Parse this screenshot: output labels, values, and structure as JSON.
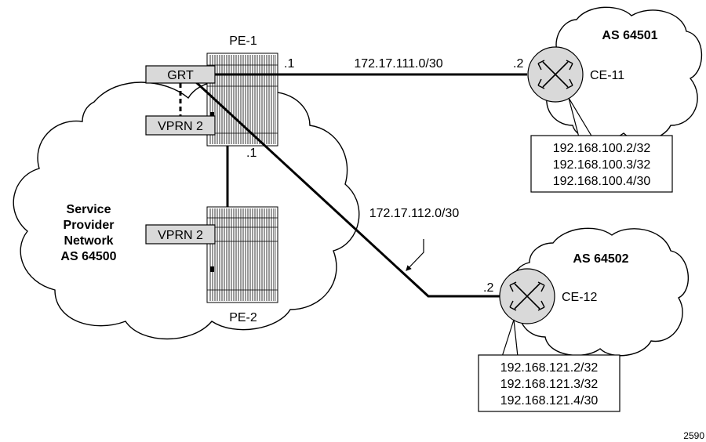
{
  "clouds": {
    "provider": {
      "lines": [
        "Service",
        "Provider",
        "Network",
        "AS 64500"
      ]
    },
    "as64501": {
      "label": "AS 64501"
    },
    "as64502": {
      "label": "AS 64502"
    }
  },
  "routers": {
    "pe1": {
      "label": "PE-1"
    },
    "pe2": {
      "label": "PE-2"
    },
    "ce11": {
      "label": "CE-11"
    },
    "ce12": {
      "label": "CE-12"
    }
  },
  "tags": {
    "grt": "GRT",
    "pe1_vprn": "VPRN 2",
    "pe2_vprn": "VPRN 2"
  },
  "links": {
    "pe1_ce11": {
      "subnet": "172.17.111.0/30",
      "pe_end": ".1",
      "ce_end": ".2"
    },
    "pe1_ce12": {
      "subnet": "172.17.112.0/30",
      "pe_end": ".1",
      "ce_end": ".2"
    }
  },
  "prefix_boxes": {
    "ce11": [
      "192.168.100.2/32",
      "192.168.100.3/32",
      "192.168.100.4/30"
    ],
    "ce12": [
      "192.168.121.2/32",
      "192.168.121.3/32",
      "192.168.121.4/30"
    ]
  },
  "figure_id": "2590"
}
